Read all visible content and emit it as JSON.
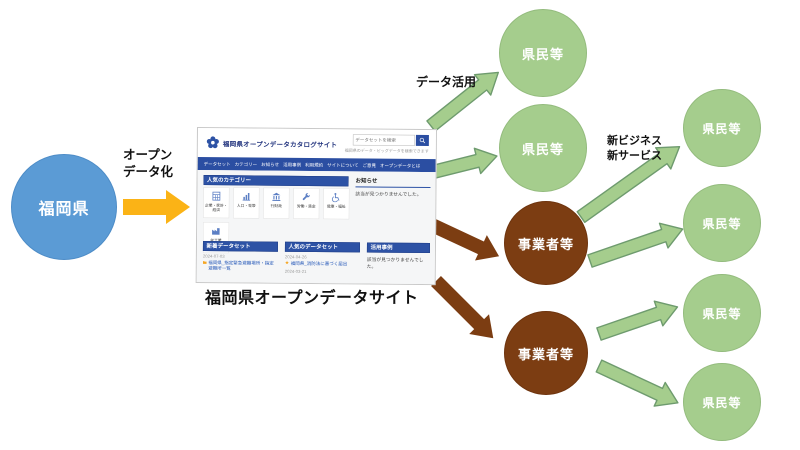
{
  "diagram": {
    "nodes": [
      {
        "id": "prefecture",
        "label": "福岡県"
      },
      {
        "id": "citizens-1",
        "label": "県民等"
      },
      {
        "id": "citizens-2",
        "label": "県民等"
      },
      {
        "id": "business-1",
        "label": "事業者等"
      },
      {
        "id": "business-2",
        "label": "事業者等"
      },
      {
        "id": "citizens-3",
        "label": "県民等"
      },
      {
        "id": "citizens-4",
        "label": "県民等"
      },
      {
        "id": "citizens-5",
        "label": "県民等"
      },
      {
        "id": "citizens-6",
        "label": "県民等"
      }
    ],
    "labels": {
      "open_data_line1": "オープン",
      "open_data_line2": "データ化",
      "data_use": "データ活用",
      "new_business_line1": "新ビジネス",
      "new_business_line2": "新サービス",
      "caption": "福岡県オープンデータサイト"
    },
    "colors": {
      "prefecture_blue": "#5B9BD5",
      "citizen_green": "#A5CD8D",
      "business_brown": "#7C3D12",
      "arrow_yellow": "#FBB316",
      "site_navy": "#2B4EA2"
    }
  },
  "website": {
    "title": "福岡県オープンデータカタログサイト",
    "search": {
      "placeholder": "データセットを検索",
      "hint": "福岡県のデータ・ビッグデータを検索できます"
    },
    "nav": [
      "データセット",
      "カテゴリー",
      "お知らせ",
      "活用事例",
      "利用規約",
      "サイトについて",
      "ご意見",
      "オープンデータとは"
    ],
    "categories": {
      "header": "人気のカテゴリー",
      "tiles": [
        {
          "icon": "calculator-icon",
          "label": "企業・家計・経済"
        },
        {
          "icon": "bar-chart-icon",
          "label": "人口・世帯"
        },
        {
          "icon": "government-icon",
          "label": "行財政"
        },
        {
          "icon": "wrench-icon",
          "label": "労働・賃金"
        },
        {
          "icon": "wheelchair-icon",
          "label": "健康・福祉"
        },
        {
          "icon": "factory-icon",
          "label": "鉱工業"
        }
      ]
    },
    "notice": {
      "header": "お知らせ",
      "empty_message": "該当が見つかりませんでした。"
    },
    "new_datasets": {
      "header": "新着データセット",
      "date": "2024-07-03",
      "item": "福岡県_指定緊急避難場所・指定避難所一覧"
    },
    "popular_datasets": {
      "header": "人気のデータセット",
      "date": "2024-04-26",
      "item": "福岡県_消防法に基づく届出",
      "date2": "2024-03-21"
    },
    "use_cases": {
      "header": "活用事例",
      "empty_message": "該当が見つかりませんでした。"
    }
  }
}
